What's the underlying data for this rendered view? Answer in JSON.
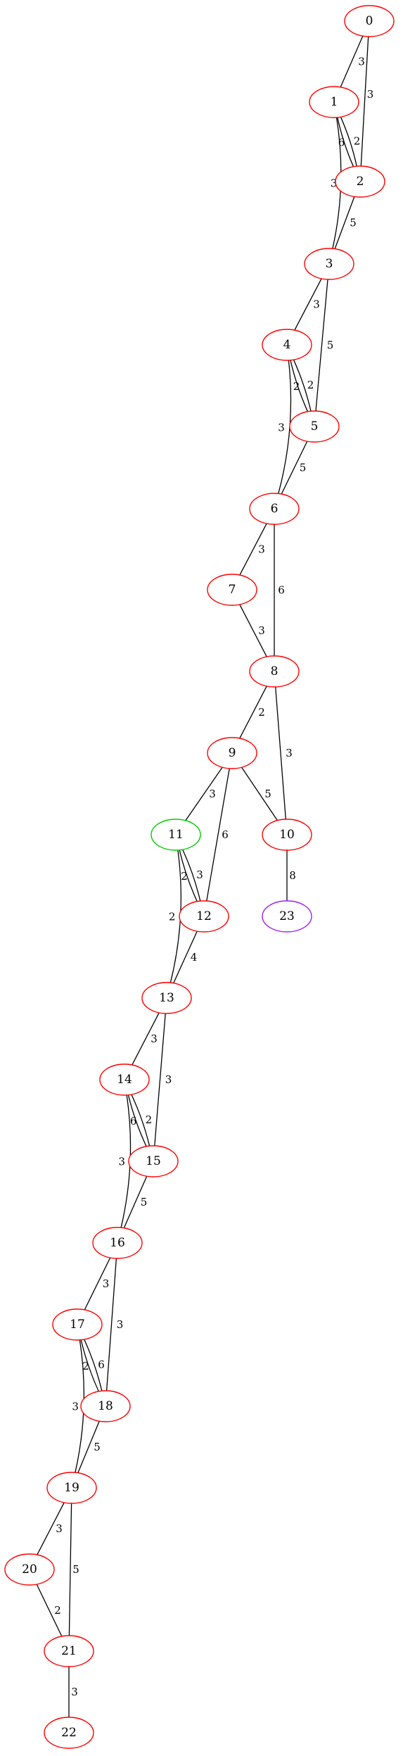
{
  "colors": {
    "node_default": "#ff0000",
    "node_start": "#00cc00",
    "node_target": "#a020f0",
    "edge": "#000000"
  },
  "nodes": [
    {
      "id": "0",
      "label": "0",
      "status": "default"
    },
    {
      "id": "1",
      "label": "1",
      "status": "default"
    },
    {
      "id": "2",
      "label": "2",
      "status": "default"
    },
    {
      "id": "3",
      "label": "3",
      "status": "default"
    },
    {
      "id": "4",
      "label": "4",
      "status": "default"
    },
    {
      "id": "5",
      "label": "5",
      "status": "default"
    },
    {
      "id": "6",
      "label": "6",
      "status": "default"
    },
    {
      "id": "7",
      "label": "7",
      "status": "default"
    },
    {
      "id": "8",
      "label": "8",
      "status": "default"
    },
    {
      "id": "9",
      "label": "9",
      "status": "default"
    },
    {
      "id": "10",
      "label": "10",
      "status": "default"
    },
    {
      "id": "11",
      "label": "11",
      "status": "start"
    },
    {
      "id": "12",
      "label": "12",
      "status": "default"
    },
    {
      "id": "13",
      "label": "13",
      "status": "default"
    },
    {
      "id": "14",
      "label": "14",
      "status": "default"
    },
    {
      "id": "15",
      "label": "15",
      "status": "default"
    },
    {
      "id": "16",
      "label": "16",
      "status": "default"
    },
    {
      "id": "17",
      "label": "17",
      "status": "default"
    },
    {
      "id": "18",
      "label": "18",
      "status": "default"
    },
    {
      "id": "19",
      "label": "19",
      "status": "default"
    },
    {
      "id": "20",
      "label": "20",
      "status": "default"
    },
    {
      "id": "21",
      "label": "21",
      "status": "default"
    },
    {
      "id": "22",
      "label": "22",
      "status": "default"
    },
    {
      "id": "23",
      "label": "23",
      "status": "target"
    }
  ],
  "edges": [
    {
      "from": "0",
      "to": "1",
      "label": "3"
    },
    {
      "from": "0",
      "to": "2",
      "label": "3"
    },
    {
      "from": "1",
      "to": "2",
      "label": "6"
    },
    {
      "from": "1",
      "to": "2",
      "label": "2"
    },
    {
      "from": "1",
      "to": "3",
      "label": "3"
    },
    {
      "from": "2",
      "to": "3",
      "label": "5"
    },
    {
      "from": "3",
      "to": "4",
      "label": "3"
    },
    {
      "from": "3",
      "to": "5",
      "label": "5"
    },
    {
      "from": "4",
      "to": "5",
      "label": "2"
    },
    {
      "from": "4",
      "to": "5",
      "label": "2"
    },
    {
      "from": "4",
      "to": "6",
      "label": "3"
    },
    {
      "from": "5",
      "to": "6",
      "label": "5"
    },
    {
      "from": "6",
      "to": "7",
      "label": "3"
    },
    {
      "from": "6",
      "to": "8",
      "label": "6"
    },
    {
      "from": "7",
      "to": "8",
      "label": "3"
    },
    {
      "from": "8",
      "to": "9",
      "label": "2"
    },
    {
      "from": "8",
      "to": "10",
      "label": "3"
    },
    {
      "from": "9",
      "to": "11",
      "label": "3"
    },
    {
      "from": "9",
      "to": "12",
      "label": "6"
    },
    {
      "from": "9",
      "to": "10",
      "label": "5"
    },
    {
      "from": "10",
      "to": "23",
      "label": "8"
    },
    {
      "from": "11",
      "to": "12",
      "label": "2"
    },
    {
      "from": "11",
      "to": "12",
      "label": "3"
    },
    {
      "from": "11",
      "to": "13",
      "label": "2"
    },
    {
      "from": "12",
      "to": "13",
      "label": "4"
    },
    {
      "from": "13",
      "to": "14",
      "label": "3"
    },
    {
      "from": "13",
      "to": "15",
      "label": "3"
    },
    {
      "from": "14",
      "to": "15",
      "label": "6"
    },
    {
      "from": "14",
      "to": "15",
      "label": "2"
    },
    {
      "from": "14",
      "to": "16",
      "label": "3"
    },
    {
      "from": "15",
      "to": "16",
      "label": "5"
    },
    {
      "from": "16",
      "to": "17",
      "label": "3"
    },
    {
      "from": "16",
      "to": "18",
      "label": "3"
    },
    {
      "from": "17",
      "to": "18",
      "label": "2"
    },
    {
      "from": "17",
      "to": "18",
      "label": "6"
    },
    {
      "from": "17",
      "to": "19",
      "label": "3"
    },
    {
      "from": "18",
      "to": "19",
      "label": "5"
    },
    {
      "from": "19",
      "to": "20",
      "label": "3"
    },
    {
      "from": "19",
      "to": "21",
      "label": "5"
    },
    {
      "from": "20",
      "to": "21",
      "label": "2"
    },
    {
      "from": "21",
      "to": "22",
      "label": "3"
    }
  ]
}
